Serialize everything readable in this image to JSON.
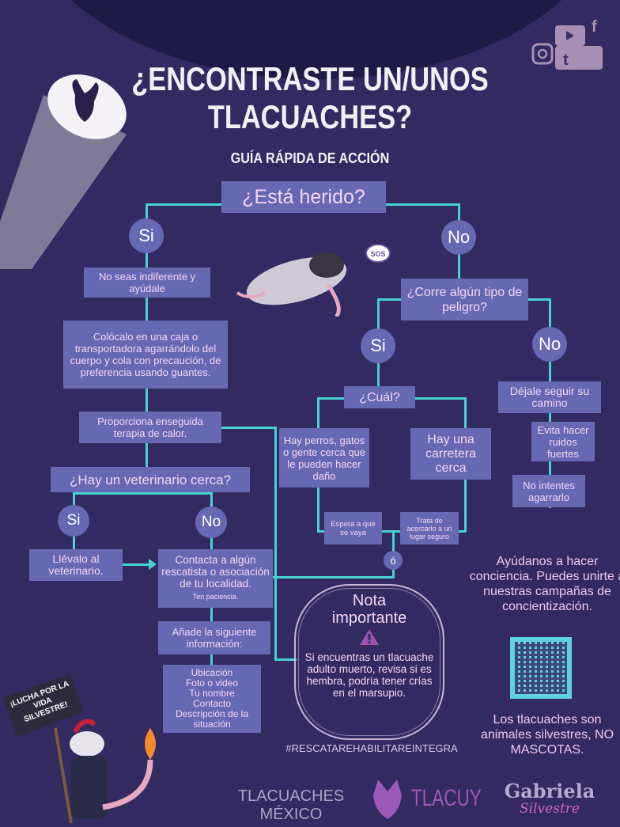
{
  "header": {
    "title_line1": "¿ENCONTRASTE UN/UNOS",
    "title_line2": "TLACUACHES?",
    "subtitle": "GUÍA RÁPIDA DE ACCIÓN"
  },
  "social_icons": [
    "youtube-icon",
    "facebook-icon",
    "instagram-icon",
    "tumblr-icon"
  ],
  "flow": {
    "root": "¿Está herido?",
    "yes": "Si",
    "no": "No",
    "left": {
      "b1": "No seas indiferente y ayúdale",
      "b2": "Colócalo en una caja o transportadora agarrándolo del cuerpo y cola con precaución, de preferencia usando guantes.",
      "b3": "Proporciona enseguida terapia de calor.",
      "q": "¿Hay un veterinario cerca?",
      "yes": "Si",
      "no": "No",
      "vet": "Llévalo al veterinario.",
      "contact": "Contacta a algún rescatista o asociación de tu localidad.",
      "contact_note": "Ten paciencia.",
      "add": "Añade la siguiente información:",
      "info": [
        "Ubicación",
        "Foto o video",
        "Tu nombre",
        "Contacto",
        "Descripción de la situación"
      ]
    },
    "right": {
      "q": "¿Corre algún tipo de peligro?",
      "yes": "Si",
      "no": "No",
      "which": "¿Cuál?",
      "danger1": "Hay perros, gatos o gente cerca que le pueden hacer daño",
      "danger2": "Hay una carretera cerca",
      "act1": "Espera a que se vaya",
      "act2": "Trata de acercarlo a un lugar seguro",
      "or": "ó",
      "no1": "Déjale seguir su camino",
      "no2": "Evita hacer ruidos fuertes",
      "no3": "No intentes agarrarlo"
    }
  },
  "sos": "SOS",
  "note": {
    "title": "Nota importante",
    "body": "Si encuentras un tlacuache adulto muerto, revisa si es hembra, podría tener crías en el marsupio."
  },
  "campaign": "Ayúdanos a hacer conciencia. Puedes unirte a nuestras campañas de concientización.",
  "wild": "Los tlacuaches son animales silvestres, NO MASCOTAS.",
  "hashtag": "#RESCATAREHABILITAREINTEGRA",
  "sign": "¡LUCHA POR LA VIDA SILVESTRE!",
  "logos": {
    "tm": "TLACUACHES MÉXICO",
    "tlacuy": "TLACUY",
    "gab1": "Gabriela",
    "gab2": "Silvestre"
  },
  "colors": {
    "bg": "#332a62",
    "box": "#6668b4",
    "line": "#45d3cf",
    "text": "#f6d6f2"
  }
}
